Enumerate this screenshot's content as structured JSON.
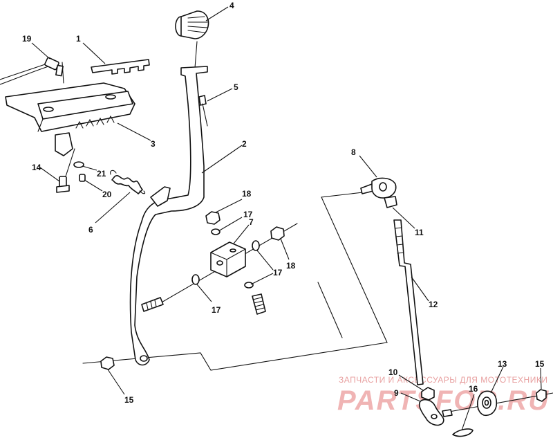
{
  "callouts": {
    "c1": "1",
    "c2": "2",
    "c3": "3",
    "c4": "4",
    "c5": "5",
    "c6": "6",
    "c7": "7",
    "c8": "8",
    "c9": "9",
    "c10": "10",
    "c11": "11",
    "c12": "12",
    "c13": "13",
    "c14": "14",
    "c15a": "15",
    "c15b": "15",
    "c16": "16",
    "c17a": "17",
    "c17b": "17",
    "c17c": "17",
    "c18a": "18",
    "c18b": "18",
    "c19": "19",
    "c20": "20",
    "c21": "21"
  },
  "watermark": {
    "tagline": "ЗАПЧАСТИ И АКСЕССУАРЫ ДЛЯ МОТОТЕХНИКИ",
    "brand": "PARTSFOR.RU",
    "color": "#e8a0a0"
  }
}
